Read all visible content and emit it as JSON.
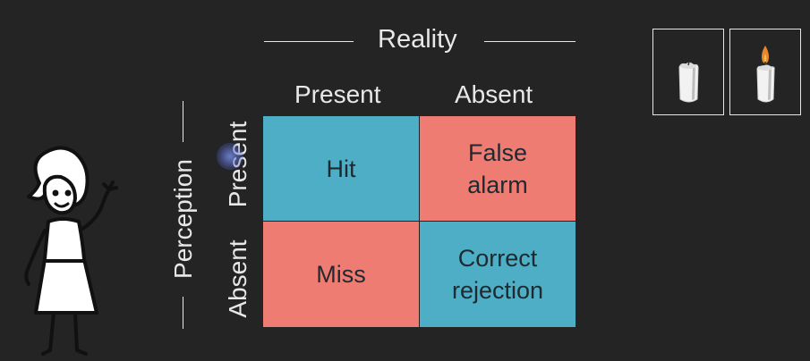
{
  "slide": {
    "top_title_partial": "",
    "header": "Reality",
    "side_header": "Perception",
    "columns": [
      "Present",
      "Absent"
    ],
    "rows": [
      "Present",
      "Absent"
    ],
    "cells": [
      [
        "Hit",
        "False alarm"
      ],
      [
        "Miss",
        "Correct rejection"
      ]
    ]
  },
  "colors": {
    "background": "#242424",
    "match": "#4daec6",
    "mismatch": "#ef7c72",
    "text": "#e8e8ea"
  },
  "icons": [
    "stick-figure-woman-icon",
    "unlit-candle-icon",
    "lit-candle-icon"
  ]
}
